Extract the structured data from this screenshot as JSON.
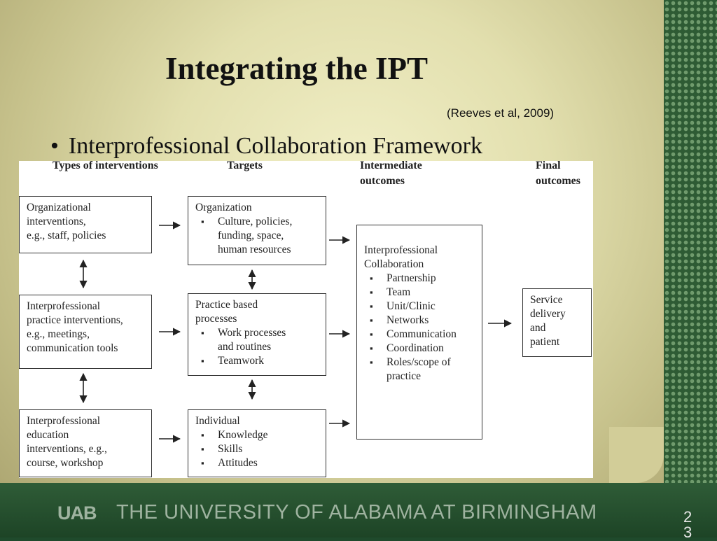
{
  "slide": {
    "title": "Integrating the IPT",
    "citation": "(Reeves et al, 2009)",
    "bullet_symbol": "•",
    "bullet_text": "Interprofessional Collaboration Framework",
    "page_number": "23"
  },
  "footer": {
    "logo_text": "UAB",
    "institution": "THE UNIVERSITY OF ALABAMA AT BIRMINGHAM"
  },
  "diagram": {
    "headers": {
      "types": "Types of interventions",
      "targets": "Targets",
      "intermediate_line1": "Intermediate",
      "intermediate_line2": "outcomes",
      "final_line1": "Final",
      "final_line2": "outcomes"
    },
    "interventions": {
      "organizational": [
        "Organizational",
        "interventions,",
        "e.g., staff, policies"
      ],
      "practice": [
        "Interprofessional",
        "practice interventions,",
        "e.g., meetings,",
        "communication tools"
      ],
      "education": [
        "Interprofessional",
        "education",
        "interventions, e.g.,",
        "course, workshop"
      ]
    },
    "targets": {
      "organization": {
        "title": "Organization",
        "items": [
          "Culture, policies,",
          "funding, space,",
          "human resources"
        ]
      },
      "practice": {
        "title_line1": "Practice based",
        "title_line2": "processes",
        "items": [
          "Work processes",
          "and routines",
          "Teamwork"
        ]
      },
      "individual": {
        "title": "Individual",
        "items": [
          "Knowledge",
          "Skills",
          "Attitudes"
        ]
      }
    },
    "intermediate": {
      "title_line1": "Interprofessional",
      "title_line2": "Collaboration",
      "items": [
        "Partnership",
        "Team",
        "Unit/Clinic",
        "Networks",
        "Communication",
        "Coordination",
        "Roles/scope of practice"
      ]
    },
    "final": [
      "Service",
      "delivery",
      "and",
      "patient"
    ]
  }
}
